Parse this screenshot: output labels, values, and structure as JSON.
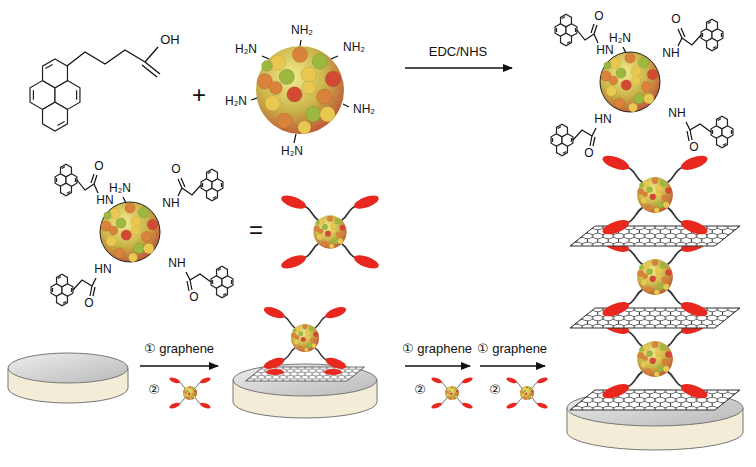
{
  "diagram": {
    "labels": [
      "OH",
      "+",
      "NH₂",
      "H₂N",
      "NH₂",
      "H₂N",
      "NH₂",
      "H₂N",
      "EDC/NHS",
      "H₂N",
      "O",
      "HN",
      "O",
      "NH",
      "O",
      "HN",
      "O",
      "NH",
      "H₂N",
      "O",
      "HN",
      "O",
      "NH",
      "O",
      "HN",
      "O",
      "NH",
      "=",
      "① graphene",
      "②",
      "① graphene",
      "②",
      "① graphene",
      "②"
    ]
  }
}
